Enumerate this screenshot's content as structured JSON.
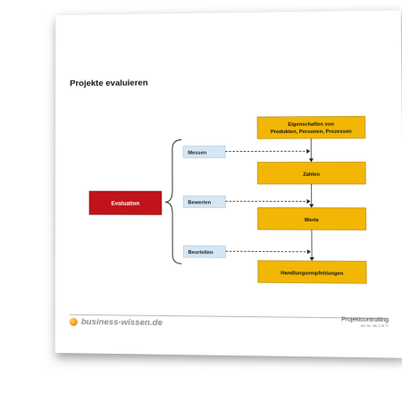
{
  "document": {
    "title": "Projekte evaluieren",
    "category": "Projektcontrolling",
    "reference": "Art.-Nr.: ML 178 77",
    "brand": "business-wissen.de"
  },
  "diagram": {
    "evaluation": "Evaluation",
    "steps": [
      "Messen",
      "Bewerten",
      "Beurteilen"
    ],
    "stages": [
      {
        "lines": [
          "Eigenschaften von",
          "Produkten, Personen, Prozessen"
        ]
      },
      {
        "lines": [
          "Zahlen"
        ]
      },
      {
        "lines": [
          "Werte"
        ]
      },
      {
        "lines": [
          "Handlungsempfehlungen"
        ]
      }
    ]
  },
  "colors": {
    "evaluation_box": "#c0131a",
    "stage_box": "#f2b705",
    "step_label": "#d5e6f4",
    "brand_accent": "#f0a000"
  }
}
